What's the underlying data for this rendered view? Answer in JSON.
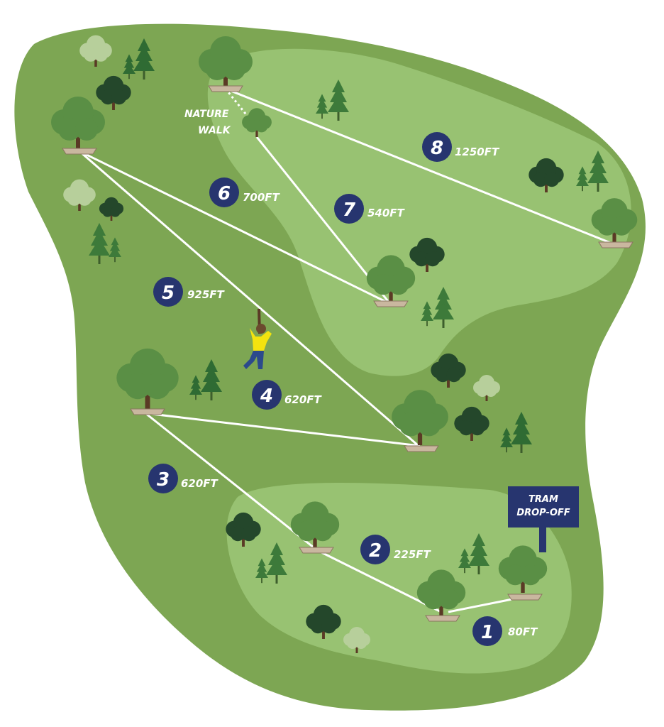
{
  "map": {
    "colors": {
      "outer_ground": "#7da653",
      "inner_ground": "#98c272",
      "badge": "#27356f",
      "sign": "#27356f",
      "rider_shirt": "#f3e30f",
      "rider_pants": "#2c4a8c"
    },
    "labels": {
      "nature_walk_line1": "NATURE",
      "nature_walk_line2": "WALK",
      "tram_line1": "TRAM",
      "tram_line2": "DROP-OFF"
    },
    "ziplines": [
      {
        "number": "1",
        "distance": "80FT"
      },
      {
        "number": "2",
        "distance": "225FT"
      },
      {
        "number": "3",
        "distance": "620FT"
      },
      {
        "number": "4",
        "distance": "620FT"
      },
      {
        "number": "5",
        "distance": "925FT"
      },
      {
        "number": "6",
        "distance": "700FT"
      },
      {
        "number": "7",
        "distance": "540FT"
      },
      {
        "number": "8",
        "distance": "1250FT"
      }
    ]
  }
}
